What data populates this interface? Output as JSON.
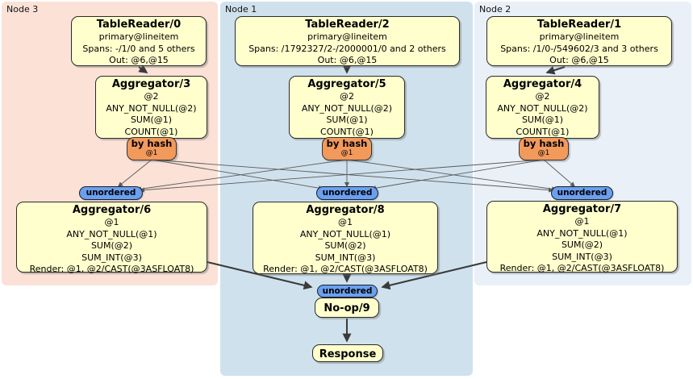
{
  "colors": {
    "node3_fill": "#fbe1d6",
    "node1_fill": "#cfe1ed",
    "node2_fill": "#e9f0f8",
    "processor_fill": "#ffffcd",
    "router_fill": "#f2995c",
    "stream_fill": "#69a0f1",
    "edge_bold": "#3a3a3a",
    "edge_thin": "#5a5a5a"
  },
  "regions": {
    "node3": {
      "label": "Node 3"
    },
    "node1": {
      "label": "Node 1"
    },
    "node2": {
      "label": "Node 2"
    }
  },
  "processors": {
    "tr0": {
      "title": "TableReader/0",
      "lines": [
        "primary@lineitem",
        "Spans: -/1/0 and 5 others",
        "Out: @6,@15"
      ]
    },
    "tr2": {
      "title": "TableReader/2",
      "lines": [
        "primary@lineitem",
        "Spans: /1792327/2-/2000001/0 and 2 others",
        "Out: @6,@15"
      ]
    },
    "tr1": {
      "title": "TableReader/1",
      "lines": [
        "primary@lineitem",
        "Spans: /1/0-/549602/3 and 3 others",
        "Out: @6,@15"
      ]
    },
    "agg3": {
      "title": "Aggregator/3",
      "lines": [
        "@2",
        "ANY_NOT_NULL(@2)",
        "SUM(@1)",
        "COUNT(@1)"
      ]
    },
    "agg5": {
      "title": "Aggregator/5",
      "lines": [
        "@2",
        "ANY_NOT_NULL(@2)",
        "SUM(@1)",
        "COUNT(@1)"
      ]
    },
    "agg4": {
      "title": "Aggregator/4",
      "lines": [
        "@2",
        "ANY_NOT_NULL(@2)",
        "SUM(@1)",
        "COUNT(@1)"
      ]
    },
    "agg6": {
      "title": "Aggregator/6",
      "lines": [
        "@1",
        "ANY_NOT_NULL(@1)",
        "SUM(@2)",
        "SUM_INT(@3)",
        "Render: @1, @2/CAST(@3ASFLOAT8)"
      ]
    },
    "agg8": {
      "title": "Aggregator/8",
      "lines": [
        "@1",
        "ANY_NOT_NULL(@1)",
        "SUM(@2)",
        "SUM_INT(@3)",
        "Render: @1, @2/CAST(@3ASFLOAT8)"
      ]
    },
    "agg7": {
      "title": "Aggregator/7",
      "lines": [
        "@1",
        "ANY_NOT_NULL(@1)",
        "SUM(@2)",
        "SUM_INT(@3)",
        "Render: @1, @2/CAST(@3ASFLOAT8)"
      ]
    },
    "noop": {
      "title": "No-op/9"
    },
    "response": {
      "title": "Response"
    }
  },
  "routers": {
    "r3": {
      "label": "by hash",
      "sub": "@1"
    },
    "r5": {
      "label": "by hash",
      "sub": "@1"
    },
    "r4": {
      "label": "by hash",
      "sub": "@1"
    }
  },
  "streams": {
    "s6": {
      "label": "unordered"
    },
    "s8": {
      "label": "unordered"
    },
    "s7": {
      "label": "unordered"
    },
    "s9": {
      "label": "unordered"
    }
  }
}
